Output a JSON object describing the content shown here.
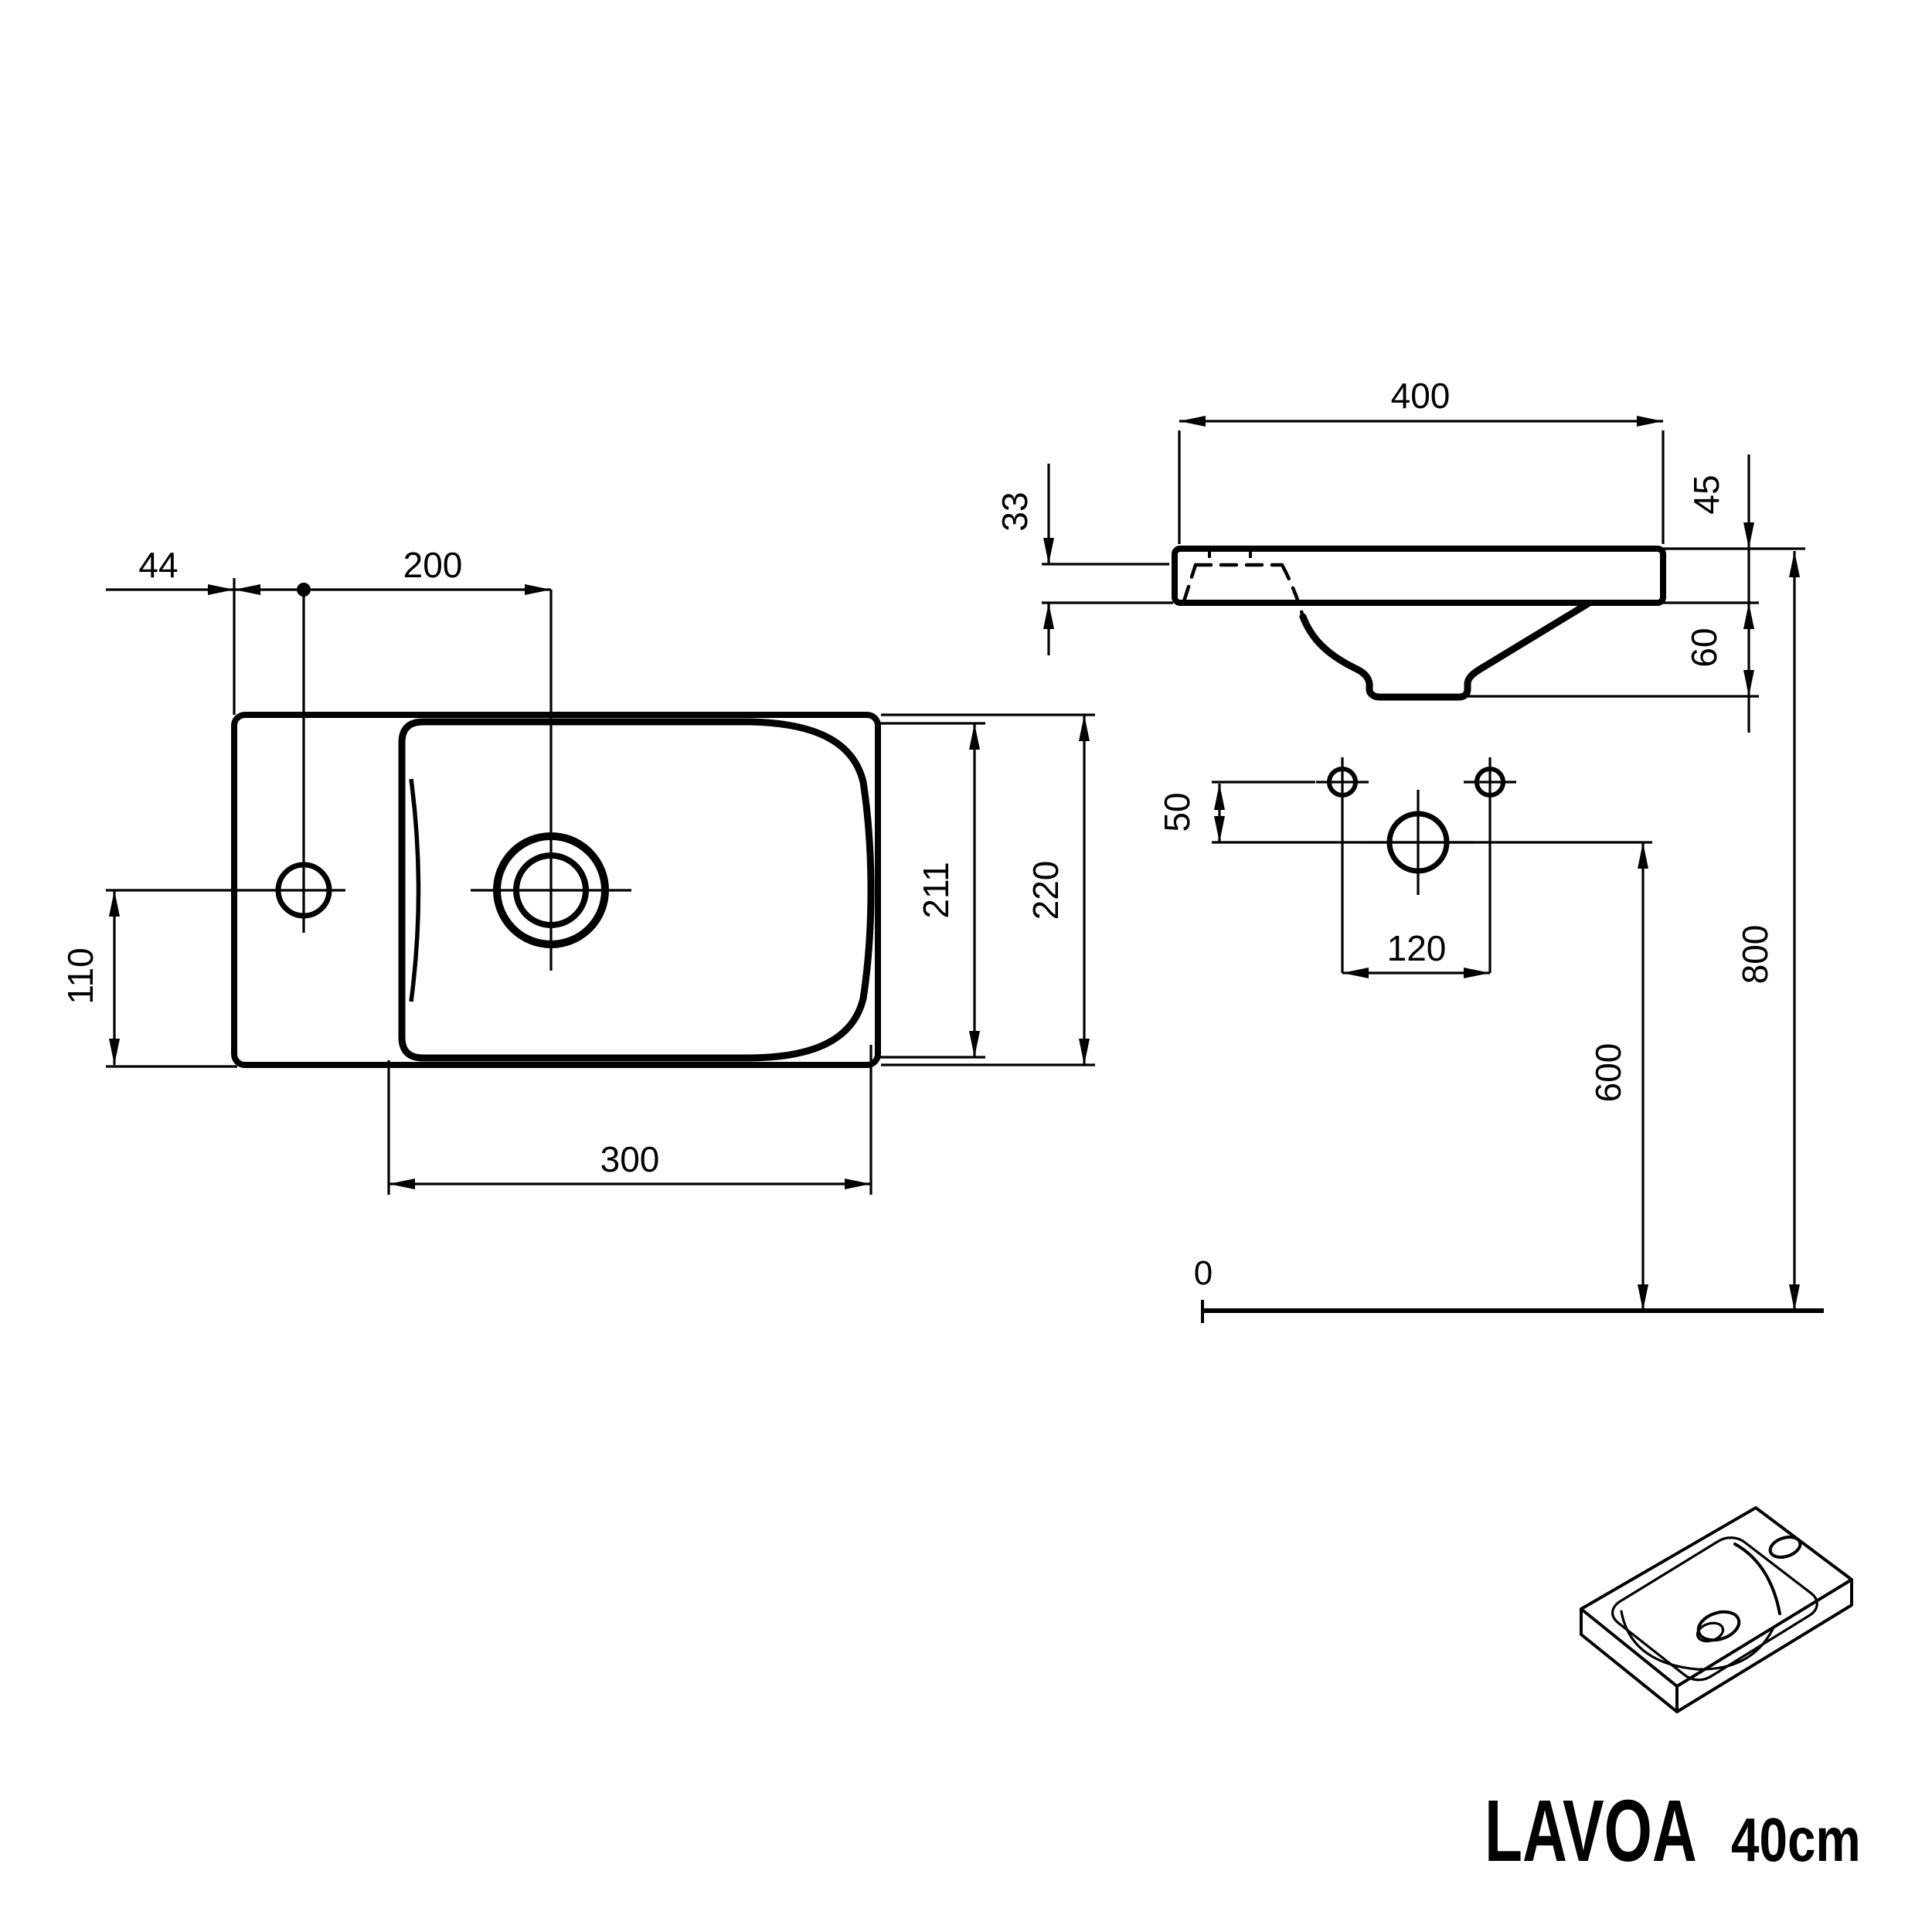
{
  "title": {
    "name": "LAVOA",
    "size": "40cm"
  },
  "plan_view": {
    "edge_to_tap_hole": "44",
    "edge_to_drain": "200",
    "tap_hole_from_front": "110",
    "basin_width": "300",
    "basin_depth": "211",
    "overall_depth": "220"
  },
  "front_view": {
    "overall_width": "400",
    "back_ledge_height": "33",
    "rim_edge_height": "45",
    "outlet_below_rim": "60"
  },
  "installation": {
    "screw_holes_above_drain": "50",
    "screw_hole_spacing": "120",
    "rim_height_from_floor": "800",
    "drain_height_from_floor": "600",
    "floor_level": "0"
  }
}
